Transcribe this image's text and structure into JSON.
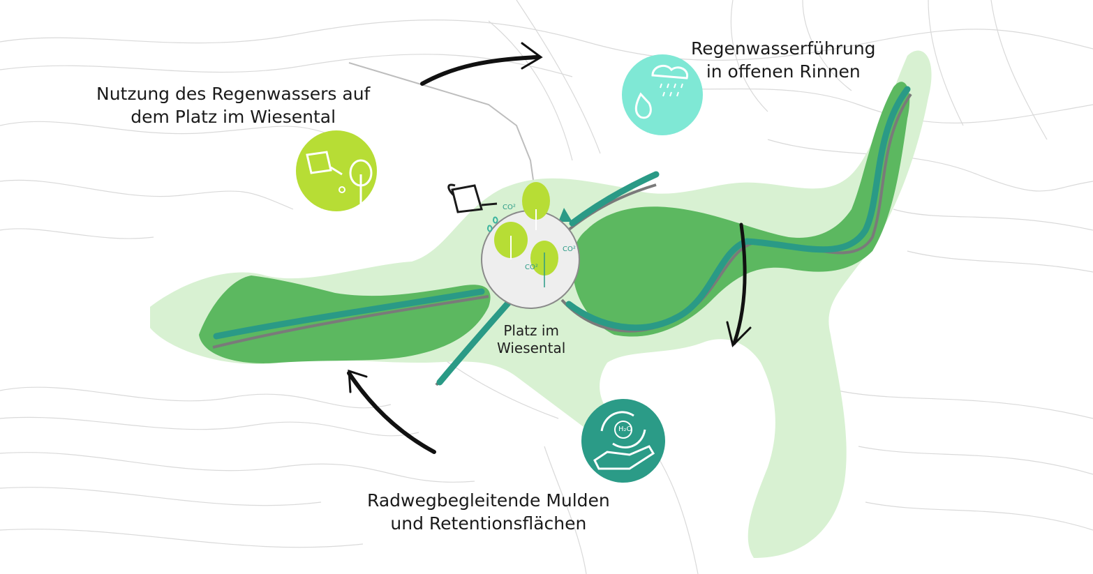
{
  "labels": {
    "nutzung": [
      "Nutzung des Regenwassers auf",
      "dem Platz im Wiesental"
    ],
    "regenwasser": [
      "Regenwasserführung",
      "in offenen Rinnen"
    ],
    "radweg": [
      "Radwegbegleitende Mulden",
      "und Retentionsflächen"
    ],
    "platz": [
      "Platz im",
      "Wiesental"
    ]
  },
  "co2_marks": [
    "CO²",
    "CO²",
    "CO²"
  ],
  "h2o_mark": "H₂O",
  "icons": {
    "watering": "watering-can-tree-icon",
    "rain": "rain-cloud-drop-icon",
    "water_cycle": "water-cycle-hand-icon"
  },
  "colors": {
    "light_green": "#d8f1d2",
    "mid_green": "#5cb860",
    "teal": "#2a9a86",
    "gray_path": "#7a7a7a",
    "lime": "#b7dd35",
    "aqua": "#7fe8d5",
    "teal_dark": "#2b9b87",
    "contour": "#d6d6d6"
  }
}
